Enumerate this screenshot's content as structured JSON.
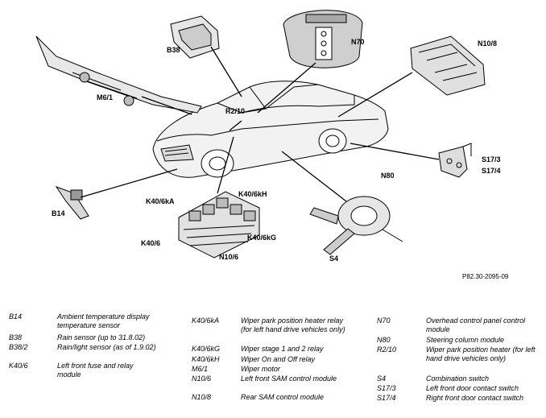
{
  "labels": {
    "b38": "B38",
    "n70": "N70",
    "n10_8": "N10/8",
    "m6_1": "M6/1",
    "r2_10": "R2/10",
    "s17_3": "S17/3",
    "s17_4": "S17/4",
    "n80": "N80",
    "b14": "B14",
    "k40_6ka": "K40/6kA",
    "k40_6kh": "K40/6kH",
    "k40_6": "K40/6",
    "k40_6kg": "K40/6kG",
    "n10_6": "N10/6",
    "s4": "S4"
  },
  "reference": "P82.30-2095-09",
  "legend": {
    "col1": [
      {
        "code": "B14",
        "desc": "Ambient temperature display temperature sensor"
      },
      {
        "code": "B38",
        "desc": "Rain sensor (up to 31.8.02)"
      },
      {
        "code": "B38/2",
        "desc": "Rain/light sensor (as of 1.9.02)"
      },
      {
        "code": "K40/6",
        "desc": "Left front fuse and relay module"
      }
    ],
    "col2": [
      {
        "code": "K40/6kA",
        "desc": "Wiper park position heater relay (for left hand drive vehicles only)"
      },
      {
        "code": "K40/6kG",
        "desc": "Wiper stage 1 and 2 relay"
      },
      {
        "code": "K40/6kH",
        "desc": "Wiper On and Off relay"
      },
      {
        "code": "M6/1",
        "desc": "Wiper motor"
      },
      {
        "code": "N10/6",
        "desc": "Left front SAM control module"
      },
      {
        "code": "N10/8",
        "desc": "Rear SAM control module"
      }
    ],
    "col3": [
      {
        "code": "N70",
        "desc": "Overhead control panel control module"
      },
      {
        "code": "N80",
        "desc": "Steering column module"
      },
      {
        "code": "R2/10",
        "desc": "Wiper park position heater (for left hand drive vehicles only)"
      },
      {
        "code": "S4",
        "desc": "Combination switch"
      },
      {
        "code": "S17/3",
        "desc": "Left front door contact switch"
      },
      {
        "code": "S17/4",
        "desc": "Right front door contact switch"
      }
    ]
  }
}
